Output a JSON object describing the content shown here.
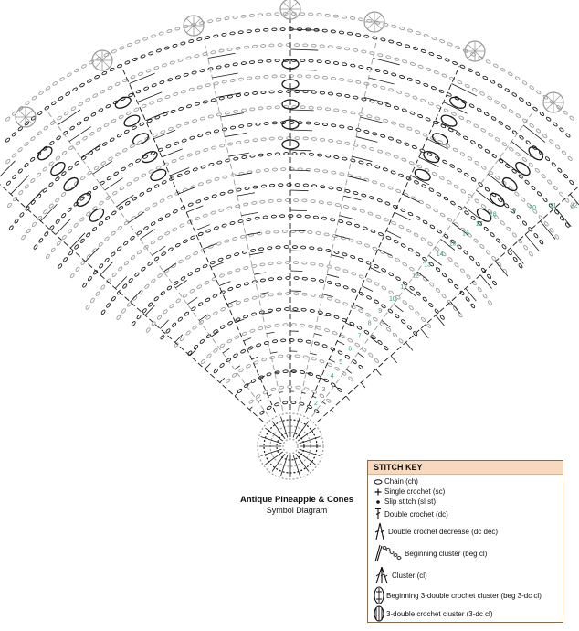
{
  "caption": {
    "title": "Antique Pineapple & Cones",
    "subtitle": "Symbol Diagram"
  },
  "stitch_key": {
    "heading": "STITCH KEY",
    "items": [
      {
        "label": "Chain (ch)",
        "icon": "chain-icon"
      },
      {
        "label": "Single crochet (sc)",
        "icon": "single-crochet-icon"
      },
      {
        "label": "Slip stitch (sl st)",
        "icon": "slip-stitch-icon"
      },
      {
        "label": "Double crochet (dc)",
        "icon": "double-crochet-icon"
      },
      {
        "label": "Double crochet decrease (dc dec)",
        "icon": "dc-decrease-icon"
      },
      {
        "label": "Beginning cluster (beg cl)",
        "icon": "beginning-cluster-icon"
      },
      {
        "label": "Cluster (cl)",
        "icon": "cluster-icon"
      },
      {
        "label": "Beginning 3-double crochet cluster (beg 3-dc cl)",
        "icon": "beginning-3dc-cluster-icon"
      },
      {
        "label": "3-double crochet cluster (3-dc cl)",
        "icon": "3dc-cluster-icon"
      }
    ]
  },
  "round_labels": [
    "2",
    "3",
    "4",
    "5",
    "6",
    "7",
    "8",
    "9",
    "10",
    "11",
    "12",
    "13",
    "14",
    "15",
    "16",
    "17",
    "18",
    "19",
    "20",
    "21",
    "22",
    "23",
    "24",
    "25",
    "26",
    "27",
    "28"
  ],
  "colors": {
    "round_label": "#3a9a7a",
    "dark_stitch": "#1a1a1a",
    "light_stitch": "#9a9a9a",
    "key_header": "#f6d9bf"
  }
}
